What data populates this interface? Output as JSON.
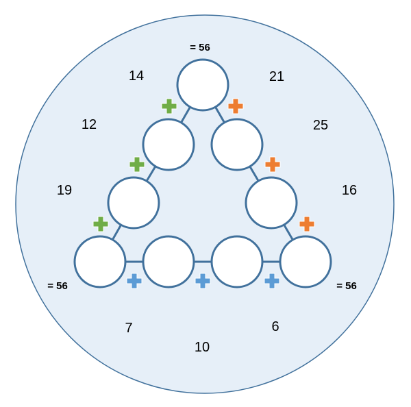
{
  "puzzle": {
    "target_sum_label": "= 56",
    "left_side_numbers": [
      "14",
      "12",
      "19"
    ],
    "right_side_numbers": [
      "21",
      "25",
      "16"
    ],
    "bottom_numbers": [
      "7",
      "10",
      "6"
    ],
    "operator": "+",
    "colors": {
      "left_plus": "#70ad47",
      "right_plus": "#ed7d31",
      "bottom_plus": "#5b9bd5",
      "outline": "#41719c",
      "backdrop": "#e6eff8"
    },
    "empty_circle_count": 9
  }
}
